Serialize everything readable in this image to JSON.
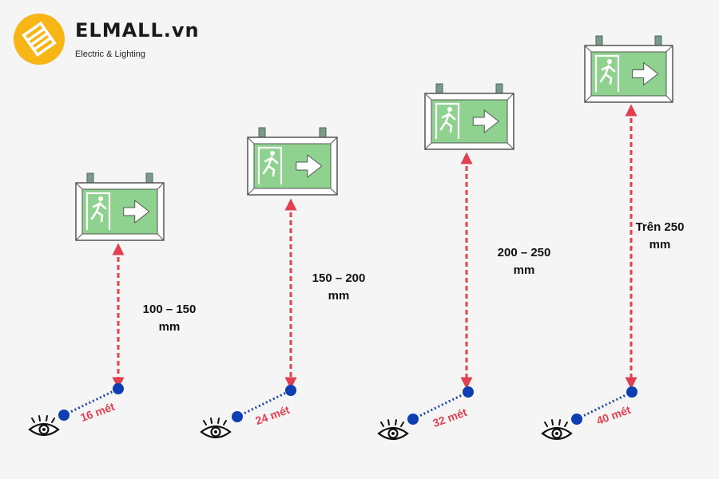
{
  "brand": {
    "name": "ELMALL.vn",
    "tagline": "Electric & Lighting",
    "logo_icon": "sun-panel-logo-icon",
    "colors": {
      "circle": "#f7b516",
      "text": "#1a1a1a"
    }
  },
  "colors": {
    "sign_fill": "#8fd18f",
    "sign_frame": "#ffffff",
    "sign_border": "#555555",
    "bracket": "#7a9a8a",
    "height_line": "#e0404f",
    "sight_line": "#1e47a8",
    "dot": "#0d3fb3",
    "distance_text": "#e0404f"
  },
  "icons": {
    "sign_symbol": "running-man-exit-icon",
    "arrow": "arrow-right-icon",
    "viewer": "eye-icon"
  },
  "scenarios": [
    {
      "height_line1": "100 – 150",
      "height_line2": "mm",
      "distance": "16 mét"
    },
    {
      "height_line1": "150 – 200",
      "height_line2": "mm",
      "distance": "24 mét"
    },
    {
      "height_line1": "200 – 250",
      "height_line2": "mm",
      "distance": "32 mét"
    },
    {
      "height_line1": "Trên 250",
      "height_line2": "mm",
      "distance": "40 mét"
    }
  ]
}
